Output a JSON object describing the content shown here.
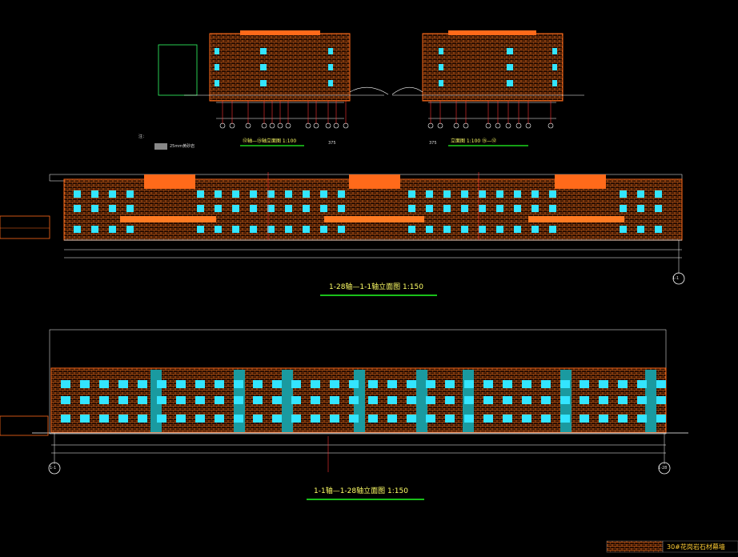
{
  "drawing": {
    "background": "#000000",
    "colors": {
      "facade": "#ff6a1a",
      "stone_texture": "#ff8c2a",
      "window": "#33e5ff",
      "band": "#ff7a22",
      "dimension": "#ffffff",
      "gridline": "#ff3333",
      "title_text": "#ffff66",
      "underline": "#22ff22",
      "grid_label": "#ffffff",
      "teal_panel": "#1a9aa0",
      "sheet_title": "#ffcc33"
    },
    "side_elevations": {
      "left_title": "⑫轴—⑮轴立面图 1:100",
      "right_title": "立面图 1:100 ⑮—⑫",
      "left_dim": "375",
      "right_dim": "375",
      "legend_note": "25mm黄砂岩",
      "notes_label": "注："
    },
    "front_elevation": {
      "title": "1-28轴—1-1轴立面图 1:150",
      "end_axis": "1-1"
    },
    "rear_elevation": {
      "title": "1-1轴—1-28轴立面图 1:150",
      "start_axis": "1-1",
      "end_axis": "1-28"
    },
    "sheet_title": "30#花岗岩石材幕墙"
  }
}
